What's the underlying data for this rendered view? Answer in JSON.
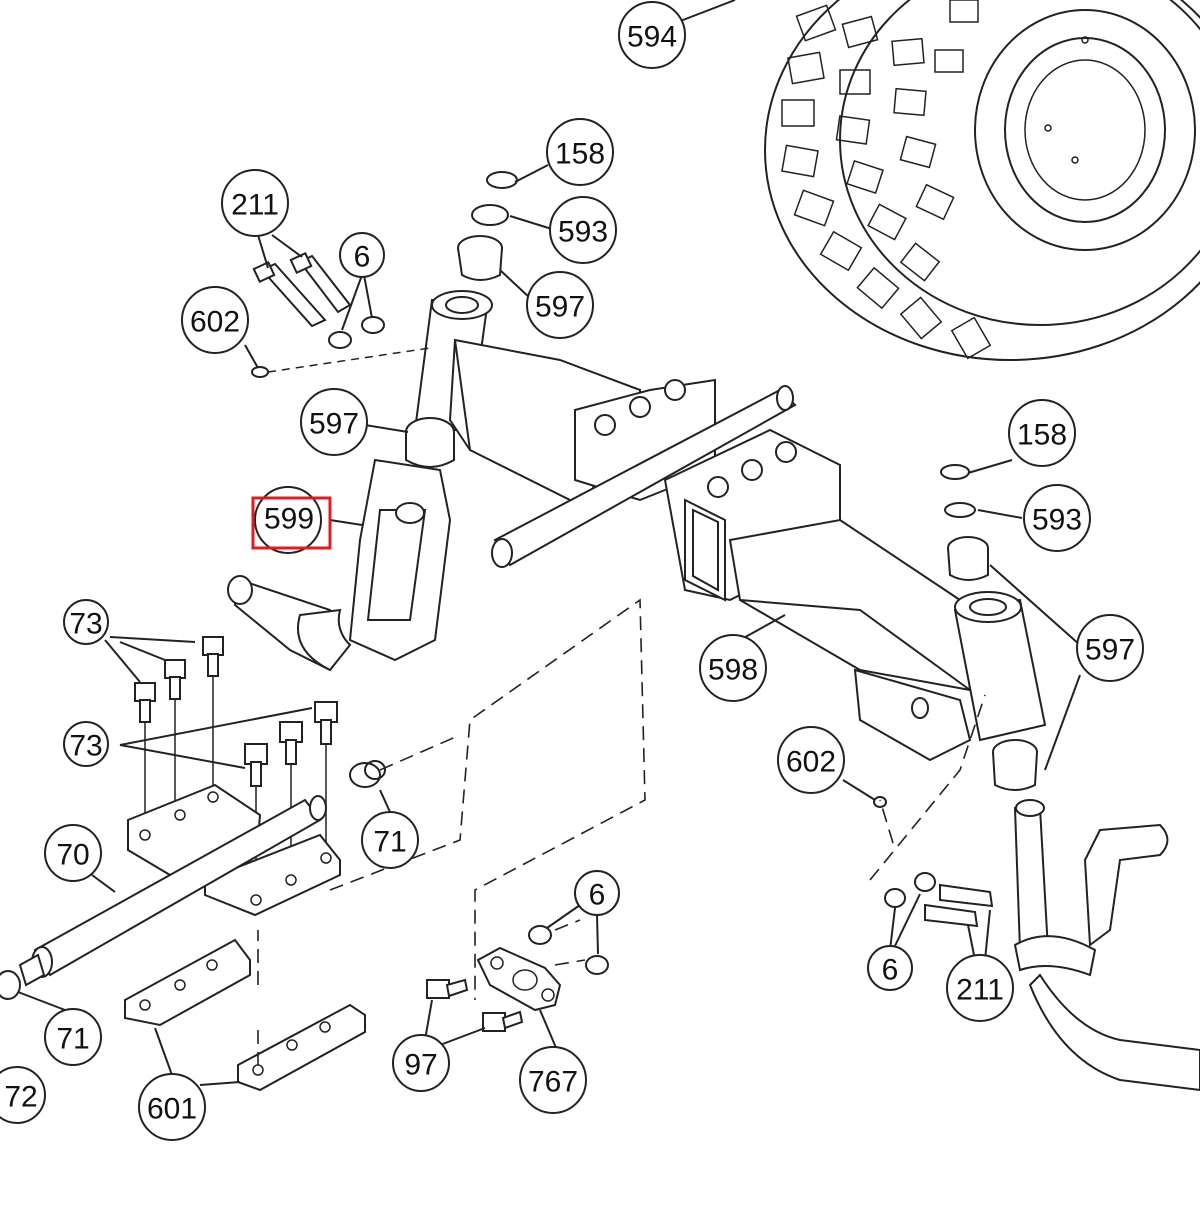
{
  "diagram": {
    "highlighted_callout": "599",
    "highlight_color": "#e01b22",
    "callouts": [
      {
        "id": "c594",
        "label": "594"
      },
      {
        "id": "c158a",
        "label": "158"
      },
      {
        "id": "c211a",
        "label": "211"
      },
      {
        "id": "c593a",
        "label": "593"
      },
      {
        "id": "c6a",
        "label": "6"
      },
      {
        "id": "c597a",
        "label": "597"
      },
      {
        "id": "c602a",
        "label": "602"
      },
      {
        "id": "c597b",
        "label": "597"
      },
      {
        "id": "c599",
        "label": "599"
      },
      {
        "id": "c158b",
        "label": "158"
      },
      {
        "id": "c593b",
        "label": "593"
      },
      {
        "id": "c597c",
        "label": "597"
      },
      {
        "id": "c73a",
        "label": "73"
      },
      {
        "id": "c598",
        "label": "598"
      },
      {
        "id": "c73b",
        "label": "73"
      },
      {
        "id": "c602b",
        "label": "602"
      },
      {
        "id": "c71a",
        "label": "71"
      },
      {
        "id": "c70",
        "label": "70"
      },
      {
        "id": "c6b",
        "label": "6"
      },
      {
        "id": "c6c",
        "label": "6"
      },
      {
        "id": "c211b",
        "label": "211"
      },
      {
        "id": "c71b",
        "label": "71"
      },
      {
        "id": "c72",
        "label": "72"
      },
      {
        "id": "c97",
        "label": "97"
      },
      {
        "id": "c767",
        "label": "767"
      },
      {
        "id": "c601",
        "label": "601"
      }
    ]
  }
}
